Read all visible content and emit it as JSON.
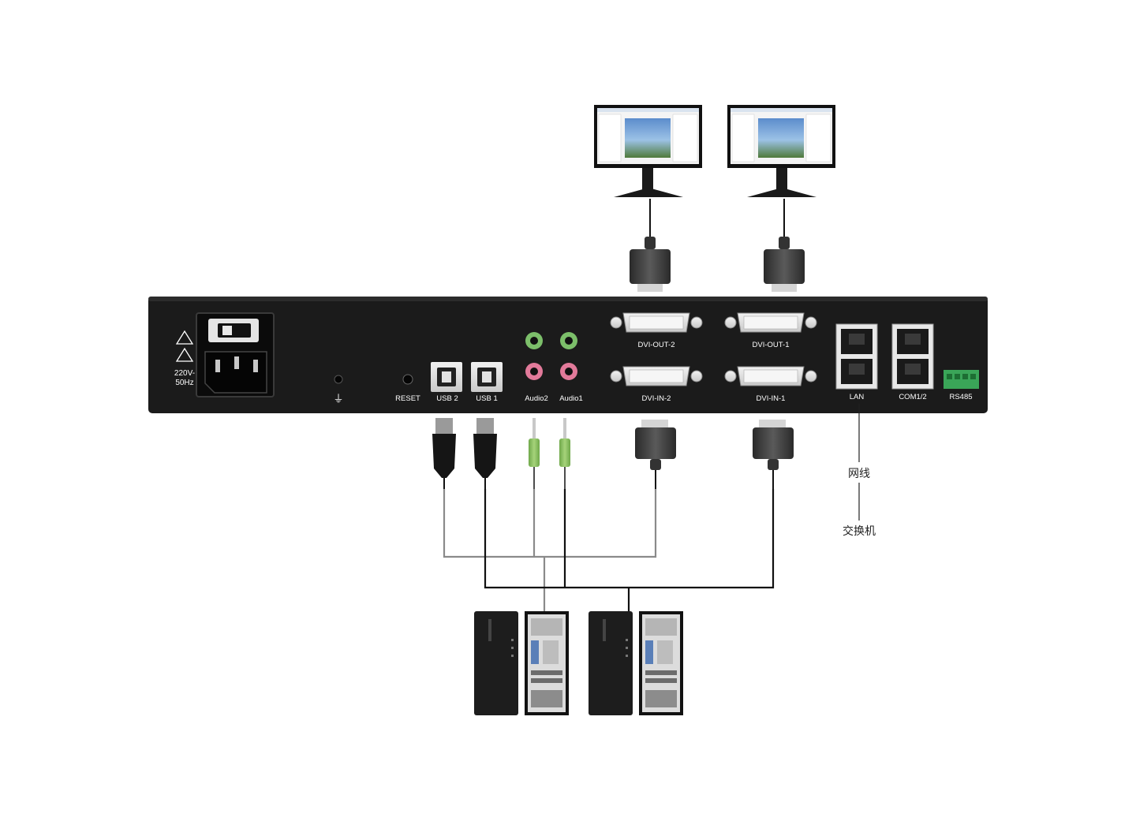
{
  "device": {
    "power_rating": [
      "220V-",
      "50Hz"
    ],
    "ground_symbol": "⏚",
    "ports": {
      "reset": "RESET",
      "usb2": "USB 2",
      "usb1": "USB 1",
      "audio2": "Audio2",
      "audio1": "Audio1",
      "dvi_out_2": "DVI-OUT-2",
      "dvi_out_1": "DVI-OUT-1",
      "dvi_in_2": "DVI-IN-2",
      "dvi_in_1": "DVI-IN-1",
      "lan": "LAN",
      "com": "COM1/2",
      "rs485": "RS485"
    }
  },
  "network": {
    "cable_label": "网线",
    "switch_label": "交换机"
  },
  "colors": {
    "chassis": "#1b1b1b",
    "audio_green": "#7cbf6a",
    "audio_pink": "#e27a9a",
    "terminal_green": "#3aa558",
    "cable_gray": "#8a8a8a",
    "cable_black": "#111111"
  }
}
